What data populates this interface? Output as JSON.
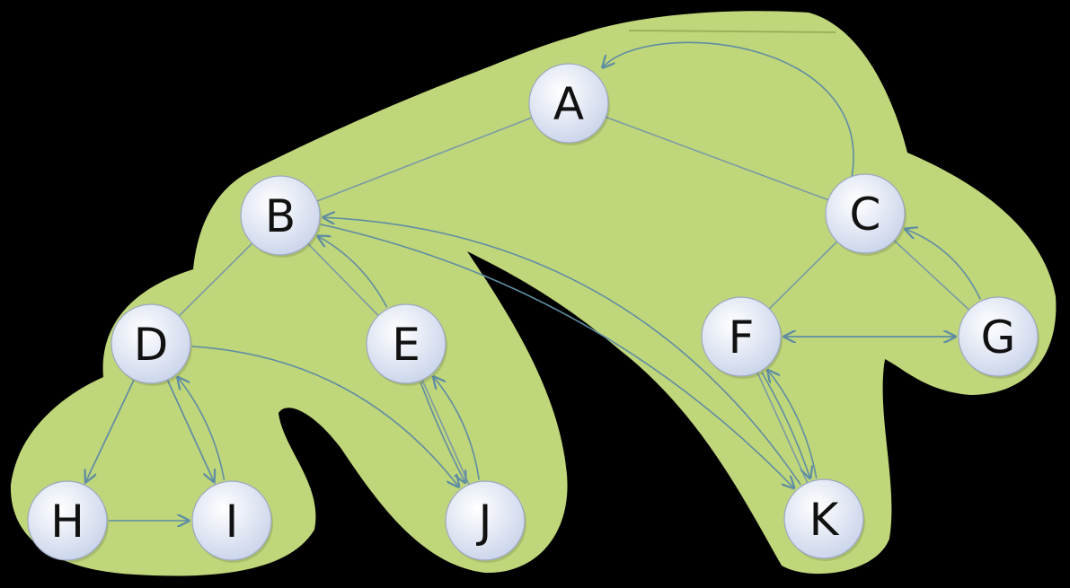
{
  "diagram": {
    "nodes": [
      {
        "id": "A",
        "label": "A"
      },
      {
        "id": "B",
        "label": "B"
      },
      {
        "id": "C",
        "label": "C"
      },
      {
        "id": "D",
        "label": "D"
      },
      {
        "id": "E",
        "label": "E"
      },
      {
        "id": "F",
        "label": "F"
      },
      {
        "id": "G",
        "label": "G"
      },
      {
        "id": "H",
        "label": "H"
      },
      {
        "id": "I",
        "label": "I"
      },
      {
        "id": "J",
        "label": "J"
      },
      {
        "id": "K",
        "label": "K"
      }
    ],
    "tree_edges": [
      {
        "from": "A",
        "to": "B"
      },
      {
        "from": "A",
        "to": "C"
      },
      {
        "from": "B",
        "to": "D"
      },
      {
        "from": "B",
        "to": "E"
      },
      {
        "from": "C",
        "to": "F"
      },
      {
        "from": "C",
        "to": "G"
      },
      {
        "from": "D",
        "to": "H"
      },
      {
        "from": "D",
        "to": "I"
      },
      {
        "from": "E",
        "to": "J"
      },
      {
        "from": "F",
        "to": "K"
      }
    ],
    "arrows": [
      {
        "from": "C",
        "to": "A"
      },
      {
        "from": "E",
        "to": "B"
      },
      {
        "from": "K",
        "to": "B"
      },
      {
        "from": "B",
        "to": "K"
      },
      {
        "from": "G",
        "to": "C"
      },
      {
        "from": "F",
        "to": "G"
      },
      {
        "from": "G",
        "to": "F"
      },
      {
        "from": "F",
        "to": "K"
      },
      {
        "from": "K",
        "to": "F"
      },
      {
        "from": "D",
        "to": "H"
      },
      {
        "from": "D",
        "to": "I"
      },
      {
        "from": "H",
        "to": "I"
      },
      {
        "from": "I",
        "to": "D"
      },
      {
        "from": "D",
        "to": "J"
      },
      {
        "from": "E",
        "to": "J"
      },
      {
        "from": "J",
        "to": "E"
      }
    ],
    "colors": {
      "background": "#000000",
      "region_fill": "#c0d67a",
      "edge": "#7a9aa6",
      "arrow": "#5f8da3",
      "node_fill_center": "#ffffff",
      "node_fill_edge": "#c9d3ea",
      "node_stroke": "#9aa8c2",
      "label": "#111111"
    }
  }
}
